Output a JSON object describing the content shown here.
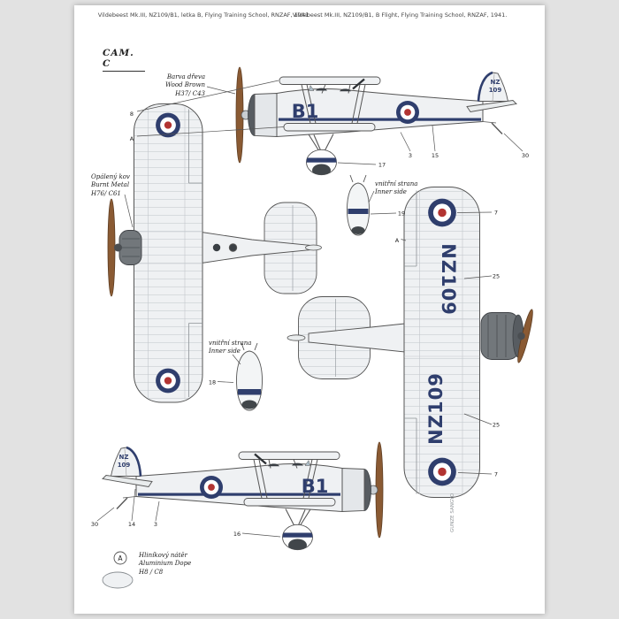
{
  "page": {
    "caption_left": "Vildebeest Mk.III, NZ109/B1, letka B, Flying Training School, RNZAF, 1941",
    "caption_right": "Vildebeest Mk.III, NZ109/B1, B Flight, Flying Training School, RNZAF, 1941.",
    "scheme_label": "CAM. C",
    "signature": "GUNZE SANGYO"
  },
  "markings": {
    "fuselage_code": "B1",
    "fin_serial_line1": "NZ",
    "fin_serial_line2": "109",
    "wing_serial": "NZ109"
  },
  "paint_labels": {
    "wood_brown": {
      "lines": [
        "Barva dřeva",
        "Wood Brown",
        "H37/ C43"
      ]
    },
    "burnt_metal": {
      "lines": [
        "Opálený kov",
        "Burnt Metal",
        "H76/ C61"
      ]
    },
    "inner_side_top": {
      "lines": [
        "vnitřní strana",
        "Inner side"
      ]
    },
    "inner_side_bottom": {
      "lines": [
        "vnitřní strana",
        "Inner side"
      ]
    },
    "aluminium_dope": {
      "marker": "A",
      "lines": [
        "Hliníkový nátěr",
        "Aluminium Dope",
        "H8 / C8"
      ]
    }
  },
  "callouts": {
    "p1_8": "8",
    "p1_A": "A",
    "p1_17": "17",
    "p1_3": "3",
    "p1_15": "15",
    "p1_30": "30",
    "w_19": "19",
    "w_7a": "7",
    "w_A": "A",
    "w_25a": "25",
    "w_18": "18",
    "w_25b": "25",
    "w_7b": "7",
    "p2_30": "30",
    "p2_14": "14",
    "p2_3": "3",
    "p2_16": "16"
  },
  "colors": {
    "roundel_blue": "#2f3e6d",
    "roundel_red": "#b23432",
    "marking_navy": "#2f3e6d",
    "propeller_brown": "#8a5a33",
    "airframe_light": "#eff1f3",
    "engine_gray": "#72777b"
  }
}
